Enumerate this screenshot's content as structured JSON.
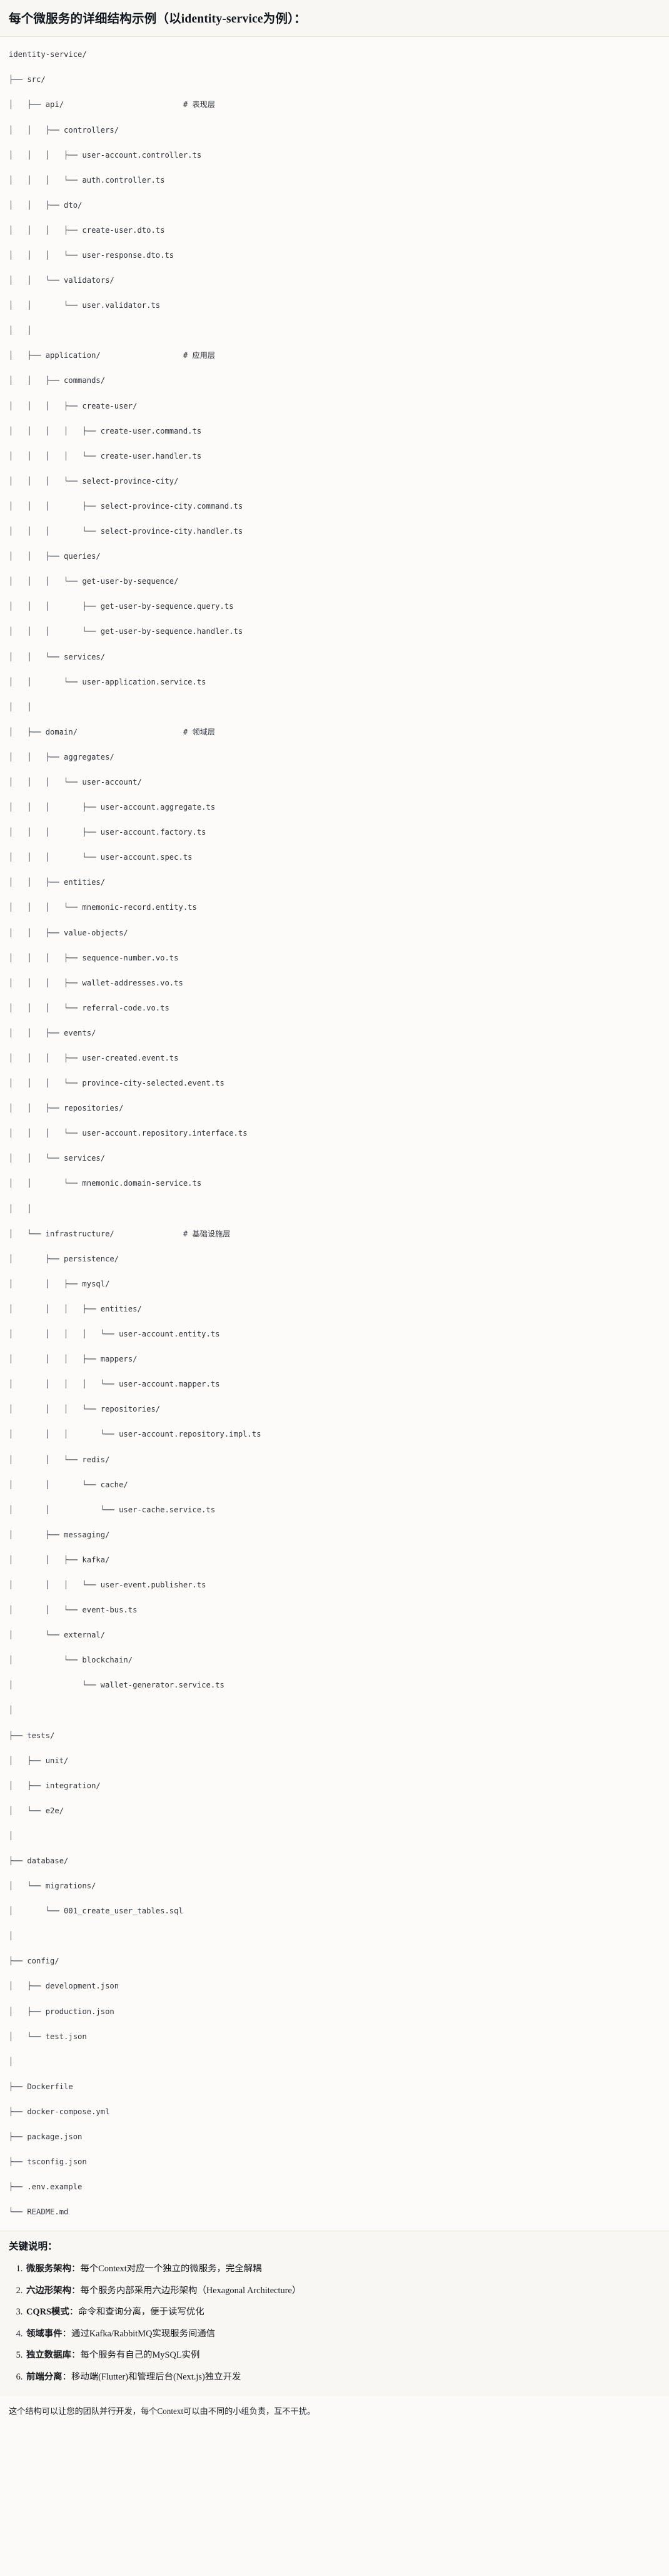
{
  "heading": "每个微服务的详细结构示例（以identity-service为例）：",
  "tree": {
    "lines": [
      "identity-service/",
      "├── src/",
      "│   ├── api/                          # 表现层",
      "│   │   ├── controllers/",
      "│   │   │   ├── user-account.controller.ts",
      "│   │   │   └── auth.controller.ts",
      "│   │   ├── dto/",
      "│   │   │   ├── create-user.dto.ts",
      "│   │   │   └── user-response.dto.ts",
      "│   │   └── validators/",
      "│   │       └── user.validator.ts",
      "│   │",
      "│   ├── application/                  # 应用层",
      "│   │   ├── commands/",
      "│   │   │   ├── create-user/",
      "│   │   │   │   ├── create-user.command.ts",
      "│   │   │   │   └── create-user.handler.ts",
      "│   │   │   └── select-province-city/",
      "│   │   │       ├── select-province-city.command.ts",
      "│   │   │       └── select-province-city.handler.ts",
      "│   │   ├── queries/",
      "│   │   │   └── get-user-by-sequence/",
      "│   │   │       ├── get-user-by-sequence.query.ts",
      "│   │   │       └── get-user-by-sequence.handler.ts",
      "│   │   └── services/",
      "│   │       └── user-application.service.ts",
      "│   │",
      "│   ├── domain/                       # 领域层",
      "│   │   ├── aggregates/",
      "│   │   │   └── user-account/",
      "│   │   │       ├── user-account.aggregate.ts",
      "│   │   │       ├── user-account.factory.ts",
      "│   │   │       └── user-account.spec.ts",
      "│   │   ├── entities/",
      "│   │   │   └── mnemonic-record.entity.ts",
      "│   │   ├── value-objects/",
      "│   │   │   ├── sequence-number.vo.ts",
      "│   │   │   ├── wallet-addresses.vo.ts",
      "│   │   │   └── referral-code.vo.ts",
      "│   │   ├── events/",
      "│   │   │   ├── user-created.event.ts",
      "│   │   │   └── province-city-selected.event.ts",
      "│   │   ├── repositories/",
      "│   │   │   └── user-account.repository.interface.ts",
      "│   │   └── services/",
      "│   │       └── mnemonic.domain-service.ts",
      "│   │",
      "│   └── infrastructure/               # 基础设施层",
      "│       ├── persistence/",
      "│       │   ├── mysql/",
      "│       │   │   ├── entities/",
      "│       │   │   │   └── user-account.entity.ts",
      "│       │   │   ├── mappers/",
      "│       │   │   │   └── user-account.mapper.ts",
      "│       │   │   └── repositories/",
      "│       │   │       └── user-account.repository.impl.ts",
      "│       │   └── redis/",
      "│       │       └── cache/",
      "│       │           └── user-cache.service.ts",
      "│       ├── messaging/",
      "│       │   ├── kafka/",
      "│       │   │   └── user-event.publisher.ts",
      "│       │   └── event-bus.ts",
      "│       └── external/",
      "│           └── blockchain/",
      "│               └── wallet-generator.service.ts",
      "│",
      "├── tests/",
      "│   ├── unit/",
      "│   ├── integration/",
      "│   └── e2e/",
      "│",
      "├── database/",
      "│   └── migrations/",
      "│       └── 001_create_user_tables.sql",
      "│",
      "├── config/",
      "│   ├── development.json",
      "│   ├── production.json",
      "│   └── test.json",
      "│",
      "├── Dockerfile",
      "├── docker-compose.yml",
      "├── package.json",
      "├── tsconfig.json",
      "├── .env.example",
      "└── README.md"
    ]
  },
  "notes": {
    "title": "关键说明：",
    "items": [
      {
        "term": "微服务架构",
        "desc": "：每个Context对应一个独立的微服务，完全解耦"
      },
      {
        "term": "六边形架构",
        "desc": "：每个服务内部采用六边形架构（Hexagonal Architecture）"
      },
      {
        "term": "CQRS模式",
        "desc": "：命令和查询分离，便于读写优化"
      },
      {
        "term": "领域事件",
        "desc": "：通过Kafka/RabbitMQ实现服务间通信"
      },
      {
        "term": "独立数据库",
        "desc": "：每个服务有自己的MySQL实例"
      },
      {
        "term": "前端分离",
        "desc": "：移动端(Flutter)和管理后台(Next.js)独立开发"
      }
    ]
  },
  "closing": "这个结构可以让您的团队并行开发，每个Context可以由不同的小组负责，互不干扰。"
}
